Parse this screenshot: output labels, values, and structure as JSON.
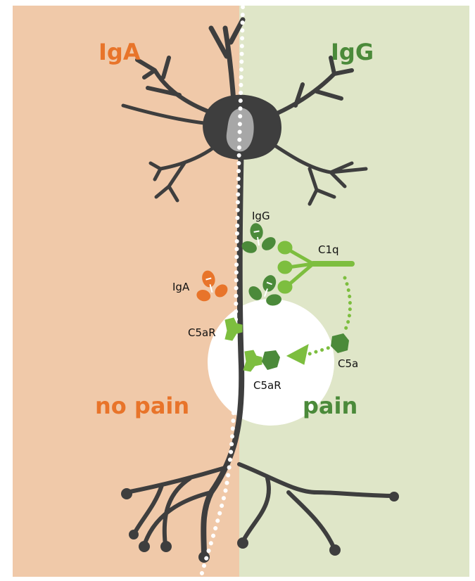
{
  "colors": {
    "left_bg": "#f0c9a9",
    "right_bg": "#dfe6c8",
    "neuron": "#3e3e3e",
    "nucleus": "#a7a7a7",
    "iga_orange": "#e8742a",
    "dark_green": "#4b8a3a",
    "light_green": "#7dbe3f",
    "white": "#ffffff"
  },
  "labels": {
    "left_title": "IgA",
    "right_title": "IgG",
    "left_outcome": "no pain",
    "right_outcome": "pain",
    "igg": "IgG",
    "c1q": "C1q",
    "iga": "IgA",
    "c5ar_left": "C5aR",
    "c5ar_right": "C5aR",
    "c5a": "C5a"
  },
  "icons": [
    "neuron-cell",
    "iga-antibody-icon",
    "igg-antibody-icon",
    "c1q-complex-icon",
    "c5a-icon",
    "c5ar-receptor-icon",
    "arrow-head-icon"
  ]
}
